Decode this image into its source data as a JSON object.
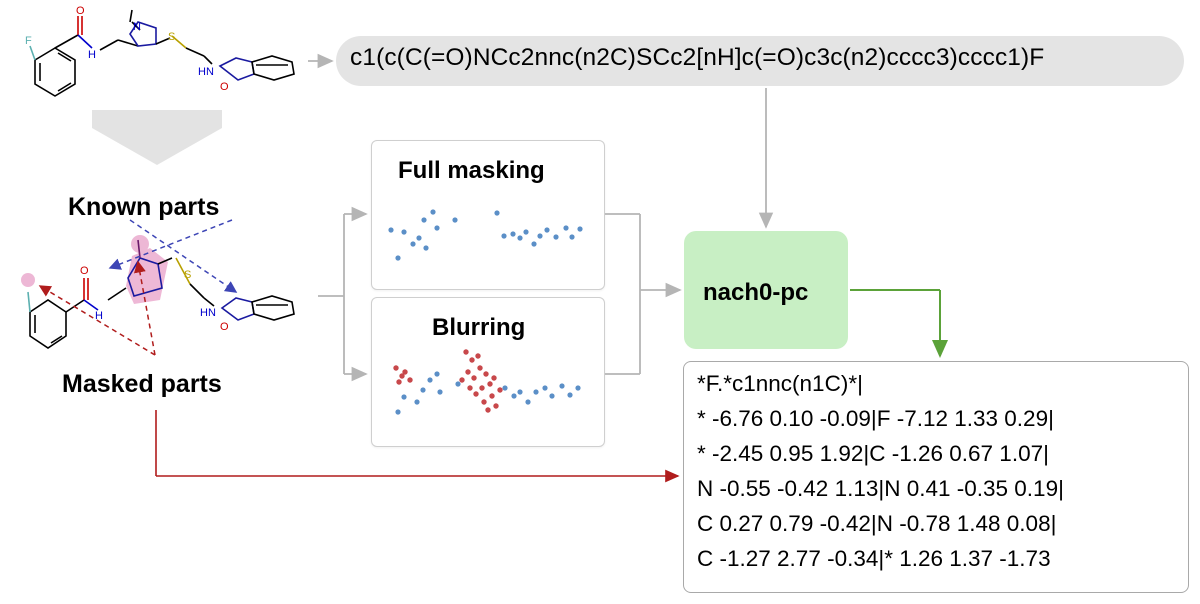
{
  "smiles": "c1(c(C(=O)NCc2nnc(n2C)SCc2[nH]c(=O)c3c(n2)cccc3)cccc1)F",
  "known_parts_label": "Known parts",
  "masked_parts_label": "Masked parts",
  "panels": {
    "full_masking": "Full masking",
    "blurring": "Blurring"
  },
  "model": "nach0-pc",
  "output_lines": [
    "*F.*c1nnc(n1C)*|",
    "* -6.76 0.10 -0.09|F -7.12 1.33 0.29|",
    "* -2.45 0.95 1.92|C -1.26 0.67 1.07|",
    "N -0.55 -0.42 1.13|N 0.41 -0.35 0.19|",
    "C 0.27 0.79 -0.42|N -0.78 1.48 0.08|",
    "C -1.27 2.77 -0.34|* 1.26 1.37 -1.73"
  ],
  "atoms": {
    "f": "F",
    "o": "O",
    "h": "H",
    "n": "N",
    "s": "S",
    "hn": "HN"
  },
  "colors": {
    "smiles_bg": "#e4e4e4",
    "model_bg": "#c8efc4",
    "point_blue": "#5b8fc7",
    "point_red": "#c8484b",
    "arrow_green": "#5ba239",
    "arrow_red": "#b01c1c",
    "arrow_blue": "#3d45b5",
    "highlight_pink": "#e8a0c8"
  }
}
